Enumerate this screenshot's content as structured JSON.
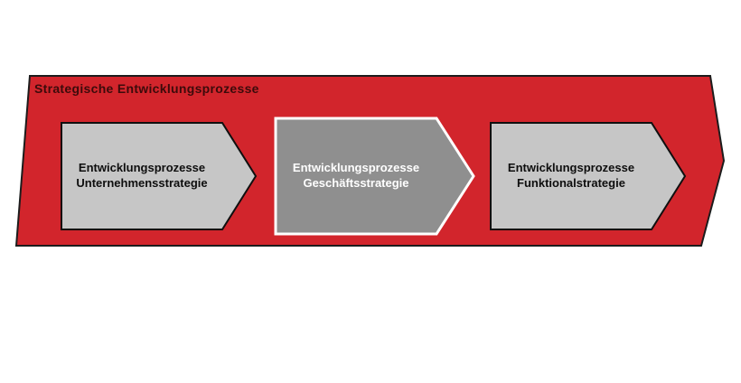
{
  "diagram": {
    "title": "Strategische Entwicklungsprozesse",
    "steps": [
      {
        "line1": "Entwicklungsprozesse",
        "line2": "Unternehmensstrategie",
        "highlighted": false
      },
      {
        "line1": "Entwicklungsprozesse",
        "line2": "Geschäftsstrategie",
        "highlighted": true
      },
      {
        "line1": "Entwicklungsprozesse",
        "line2": "Funktionalstrategie",
        "highlighted": false
      }
    ],
    "colors": {
      "banner_red": "#d2252c",
      "banner_border": "#1c1c1c",
      "step_fill": "#c6c6c6",
      "step_fill_highlight": "#8f8f8f",
      "step_border": "#0f0f0f",
      "step_border_highlight": "#ffffff",
      "title_text": "#3c0b0b",
      "step_text": "#0e0e0e",
      "step_text_highlight": "#ffffff"
    }
  }
}
